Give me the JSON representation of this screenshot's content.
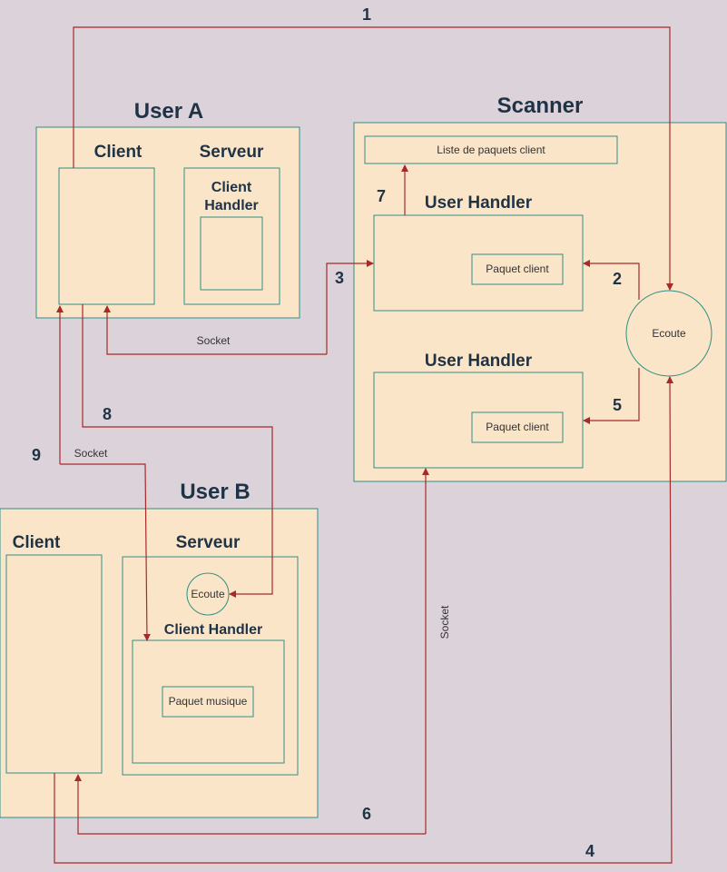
{
  "user_a": {
    "title": "User A",
    "client": "Client",
    "serveur": "Serveur",
    "client_handler_line1": "Client",
    "client_handler_line2": "Handler"
  },
  "scanner": {
    "title": "Scanner",
    "liste": "Liste de paquets client",
    "user_handler_1": "User Handler",
    "user_handler_2": "User Handler",
    "paquet_client_1": "Paquet client",
    "paquet_client_2": "Paquet client",
    "ecoute": "Ecoute"
  },
  "user_b": {
    "title": "User B",
    "client": "Client",
    "serveur": "Serveur",
    "ecoute": "Ecoute",
    "client_handler": "Client Handler",
    "paquet_musique": "Paquet musique"
  },
  "edge_labels": {
    "n1": "1",
    "n2": "2",
    "n3": "3",
    "n4": "4",
    "n5": "5",
    "n6": "6",
    "n7": "7",
    "n8": "8",
    "n9": "9",
    "socket_a": "Socket",
    "socket_9": "Socket",
    "socket_v": "Socket"
  },
  "colors": {
    "background": "#dcd2da",
    "box_fill": "#fbe5c8",
    "box_stroke": "#2f8f86",
    "arrow": "#a52a2a",
    "title_text": "#1f3346"
  }
}
